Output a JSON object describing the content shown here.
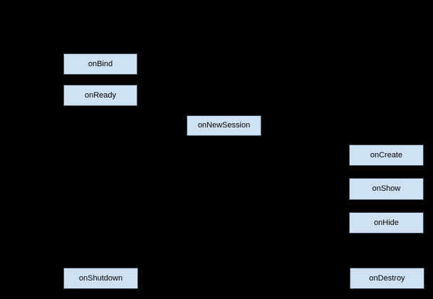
{
  "diagram": {
    "type": "lifecycle-flowchart",
    "nodes": [
      {
        "id": "onBind",
        "label": "onBind"
      },
      {
        "id": "onReady",
        "label": "onReady"
      },
      {
        "id": "onNewSession",
        "label": "onNewSession"
      },
      {
        "id": "onCreate",
        "label": "onCreate"
      },
      {
        "id": "onShow",
        "label": "onShow"
      },
      {
        "id": "onHide",
        "label": "onHide"
      },
      {
        "id": "onShutdown",
        "label": "onShutdown"
      },
      {
        "id": "onDestroy",
        "label": "onDestroy"
      }
    ],
    "colors": {
      "background": "#000000",
      "node_fill": "#cfe2f3",
      "node_border": "#3c4a58",
      "node_text": "#000000"
    }
  }
}
